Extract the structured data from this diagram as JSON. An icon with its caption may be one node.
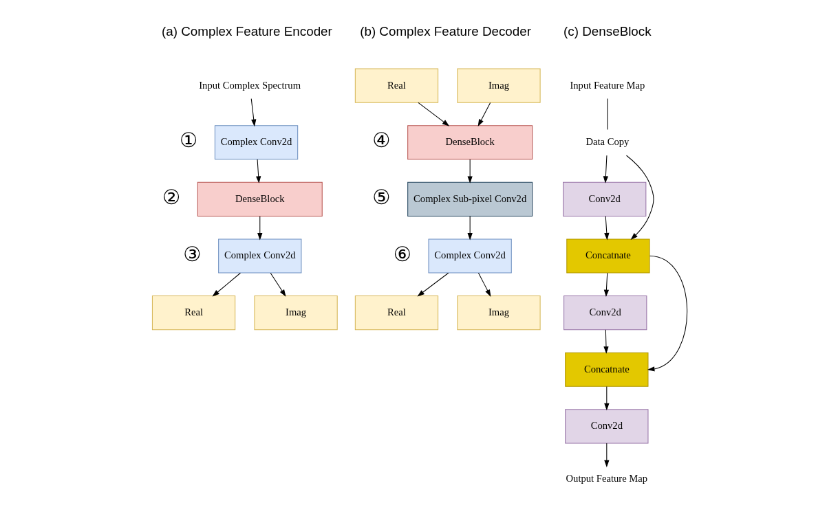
{
  "diagram": {
    "nodes": [
      {
        "text": [
          "Input Complex Spectrum"
        ]
      },
      {
        "text": [
          "Complex Conv2d"
        ],
        "beside": [
          "①"
        ]
      },
      {
        "text": [
          "DenseBlock"
        ],
        "beside": [
          "②"
        ]
      },
      {
        "text": [
          "Complex Conv2d"
        ],
        "beside": [
          "③"
        ]
      },
      {
        "text": [
          "Real"
        ]
      },
      {
        "text": [
          "Imag"
        ]
      },
      {
        "text": [
          "Real"
        ]
      },
      {
        "text": [
          "Imag"
        ]
      },
      {
        "text": [
          "DenseBlock"
        ],
        "beside": [
          "④"
        ]
      },
      {
        "text": [
          "Complex Sub-pixel Conv2d"
        ],
        "beside": [
          "⑤"
        ]
      },
      {
        "text": [
          "Complex Conv2d"
        ],
        "beside": [
          "⑥"
        ]
      },
      {
        "text": [
          "Real"
        ]
      },
      {
        "text": [
          "Imag"
        ]
      },
      {
        "text": [
          "Input Feature Map"
        ]
      },
      {
        "text": [
          "Data Copy"
        ]
      },
      {
        "text": [
          "Conv2d"
        ]
      },
      {
        "text": [
          "Concatnate"
        ]
      },
      {
        "text": [
          "Conv2d"
        ]
      },
      {
        "text": [
          "Concatnate"
        ]
      },
      {
        "text": [
          "Conv2d"
        ]
      },
      {
        "text": [
          "Output Feature Map"
        ]
      }
    ],
    "edges": [
      {
        "from": 0,
        "to": 1,
        "arrow": "to"
      },
      {
        "from": 1,
        "to": 2,
        "arrow": "to"
      },
      {
        "from": 2,
        "to": 3,
        "arrow": "to"
      },
      {
        "from": 3,
        "to": 4,
        "arrow": "to"
      },
      {
        "from": 3,
        "to": 5,
        "arrow": "to"
      },
      {
        "from": 6,
        "to": 8,
        "arrow": "to"
      },
      {
        "from": 7,
        "to": 8,
        "arrow": "to"
      },
      {
        "from": 8,
        "to": 9,
        "arrow": "to"
      },
      {
        "from": 9,
        "to": 10,
        "arrow": "to"
      },
      {
        "from": 10,
        "to": 11,
        "arrow": "to"
      },
      {
        "from": 10,
        "to": 12,
        "arrow": "to"
      },
      {
        "from": 13,
        "to": 14,
        "arrow": "none"
      },
      {
        "from": 14,
        "to": 15,
        "arrow": "to"
      },
      {
        "from": 14,
        "to": 16,
        "arrow": "to"
      },
      {
        "from": 15,
        "to": 16,
        "arrow": "to"
      },
      {
        "from": 16,
        "to": 17,
        "arrow": "to"
      },
      {
        "from": 16,
        "to": 18,
        "arrow": "to"
      },
      {
        "from": 17,
        "to": 18,
        "arrow": "to"
      },
      {
        "from": 18,
        "to": 19,
        "arrow": "to"
      },
      {
        "from": 19,
        "to": 20,
        "arrow": "to"
      }
    ],
    "labels": [
      "(a) Complex Feature Encoder",
      "(b) Complex Feature Decoder",
      "(c) DenseBlock"
    ]
  }
}
